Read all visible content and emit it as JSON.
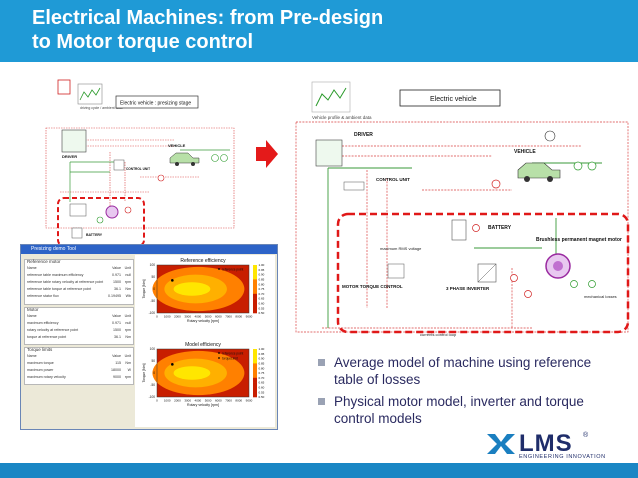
{
  "slide": {
    "title_line1": "Electrical Machines: from Pre-design",
    "title_line2": "to Motor torque control"
  },
  "bullets": [
    {
      "line1": "Average model of machine using reference",
      "line2": "table of losses"
    },
    {
      "line1": "Physical motor model, inverter and torque",
      "line2": "control models"
    }
  ],
  "logo": {
    "name": "LMS",
    "registered": "®",
    "tagline": "ENGINEERING INNOVATION",
    "colors": {
      "blue": "#1a7fc0",
      "navy": "#1f2d6a"
    }
  },
  "small_diagram": {
    "title_box": "Electric vehicle : presizing stage",
    "driving_cycle_label": "driving cycle / ambient data",
    "nodes": {
      "driver": "DRIVER",
      "vehicle": "VEHICLE",
      "control_unit": "CONTROL UNIT",
      "battery": "BATTERY"
    }
  },
  "large_diagram": {
    "title_box": "Electric vehicle",
    "driving_cycle_label": "Vehicle profile & ambient data",
    "nodes": {
      "driver": "DRIVER",
      "vehicle": "VEHICLE",
      "control_unit": "CONTROL UNIT",
      "battery": "BATTERY",
      "max_voltage": "maximum RMS voltage",
      "motor_control": "MOTOR TORQUE CONTROL",
      "inverter": "3 PHASE INVERTER",
      "motor": "Brushless permanent magnet motor",
      "mech_losses": "mechanical losses",
      "currents_loop": "currents control loop"
    }
  },
  "tool_window": {
    "title": "Presizing demo Tool",
    "sections": [
      {
        "caption": "Reference motor",
        "headers": [
          "Name",
          "Value",
          "Unit"
        ],
        "rows": [
          [
            "reference table maximum efficiency",
            "0.971",
            "null"
          ],
          [
            "reference table rotary velocity at reference point",
            "1500",
            "rpm"
          ],
          [
            "reference table torque at reference point",
            "36.1",
            "Nm"
          ],
          [
            "reference stator flux",
            "0.19495",
            "Wb"
          ]
        ]
      },
      {
        "caption": "Motor",
        "headers": [
          "Name",
          "Value",
          "Unit"
        ],
        "rows": [
          [
            "maximum efficiency",
            "0.971",
            "null"
          ],
          [
            "rotary velocity at reference point",
            "1500",
            "rpm"
          ],
          [
            "torque at reference point",
            "36.1",
            "Nm"
          ]
        ]
      },
      {
        "caption": "Torque limits",
        "headers": [
          "Name",
          "Value",
          "Unit"
        ],
        "rows": [
          [
            "maximum torque",
            "115",
            "Nm"
          ],
          [
            "maximum power",
            "18000",
            "W"
          ],
          [
            "maximum rotary velocity",
            "9000",
            "rpm"
          ]
        ]
      }
    ]
  },
  "chart_data": [
    {
      "type": "heatmap",
      "title": "Reference efficiency",
      "xlabel": "Rotary velocity [rpm]",
      "ylabel": "Torque [Nm]",
      "x_ticks": [
        "0",
        "1000",
        "2000",
        "3000",
        "4000",
        "5000",
        "6000",
        "7000",
        "8000",
        "9000"
      ],
      "y_ticks": [
        "100",
        "50",
        "0",
        "-50",
        "-100"
      ],
      "colorbar_ticks": [
        "1.00",
        "0.95",
        "0.90",
        "0.85",
        "0.80",
        "0.75",
        "0.70",
        "0.65",
        "0.60",
        "0.55",
        "0.50"
      ],
      "legend": [
        "reference point"
      ],
      "reference_point": {
        "x": 1500,
        "y": 36.1
      },
      "colors": {
        "high": "#ffe600",
        "mid": "#ff8000",
        "low": "#c81e00"
      }
    },
    {
      "type": "heatmap",
      "title": "Model efficiency",
      "xlabel": "Rotary velocity [rpm]",
      "ylabel": "Torque [Nm]",
      "x_ticks": [
        "0",
        "1000",
        "2000",
        "3000",
        "4000",
        "5000",
        "6000",
        "7000",
        "8000",
        "9000"
      ],
      "y_ticks": [
        "100",
        "50",
        "0",
        "-50",
        "-100"
      ],
      "colorbar_ticks": [
        "1.00",
        "0.95",
        "0.90",
        "0.85",
        "0.80",
        "0.75",
        "0.70",
        "0.65",
        "0.60",
        "0.55",
        "0.50"
      ],
      "legend": [
        "reference point",
        "torqueLimit"
      ],
      "reference_point": {
        "x": 1500,
        "y": 36.1
      },
      "colors": {
        "high": "#ffe600",
        "mid": "#ff8000",
        "low": "#c81e00"
      }
    }
  ]
}
